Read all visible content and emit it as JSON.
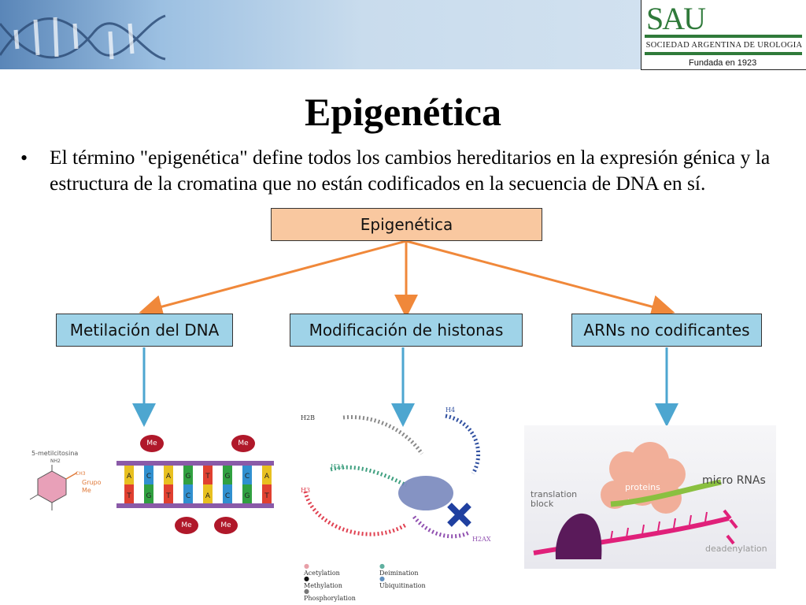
{
  "logo": {
    "mark": "SAU",
    "name": "SOCIEDAD ARGENTINA DE UROLOGIA",
    "founded": "Fundada en 1923"
  },
  "slide": {
    "title": "Epigenética",
    "bullet_text": "El término \"epigenética\" define todos los cambios hereditarios en la expresión génica y la estructura de la cromatina que no están codificados en la secuencia de DNA en sí."
  },
  "diagram": {
    "root": "Epigenética",
    "branches": [
      "Metilación del DNA",
      "Modificación de histonas",
      "ARNs no codificantes"
    ]
  },
  "methylation_figure": {
    "molecule_name": "5-metilcitosina",
    "nh2": "NH2",
    "ch3": "CH3",
    "group_label": "Grupo Me",
    "me_tag": "Me",
    "top_bases": [
      "A",
      "C",
      "A",
      "G",
      "T",
      "G",
      "C",
      "A"
    ],
    "bottom_bases": [
      "T",
      "G",
      "T",
      "C",
      "A",
      "C",
      "G",
      "T"
    ]
  },
  "histone_figure": {
    "labels": [
      "H2B",
      "H4",
      "H2A",
      "H3",
      "H2AX"
    ],
    "legend": [
      "Acetylation",
      "Methylation",
      "Phosphorylation",
      "Deimination",
      "Ubiquitination"
    ]
  },
  "rna_figure": {
    "labels": [
      "translation block",
      "proteins",
      "micro RNAs",
      "deadenylation"
    ]
  },
  "colors": {
    "root_box": "#f9c8a0",
    "branch_box": "#9fd3e8",
    "orange_arrow": "#f0883a",
    "blue_arrow": "#4da6d0"
  }
}
